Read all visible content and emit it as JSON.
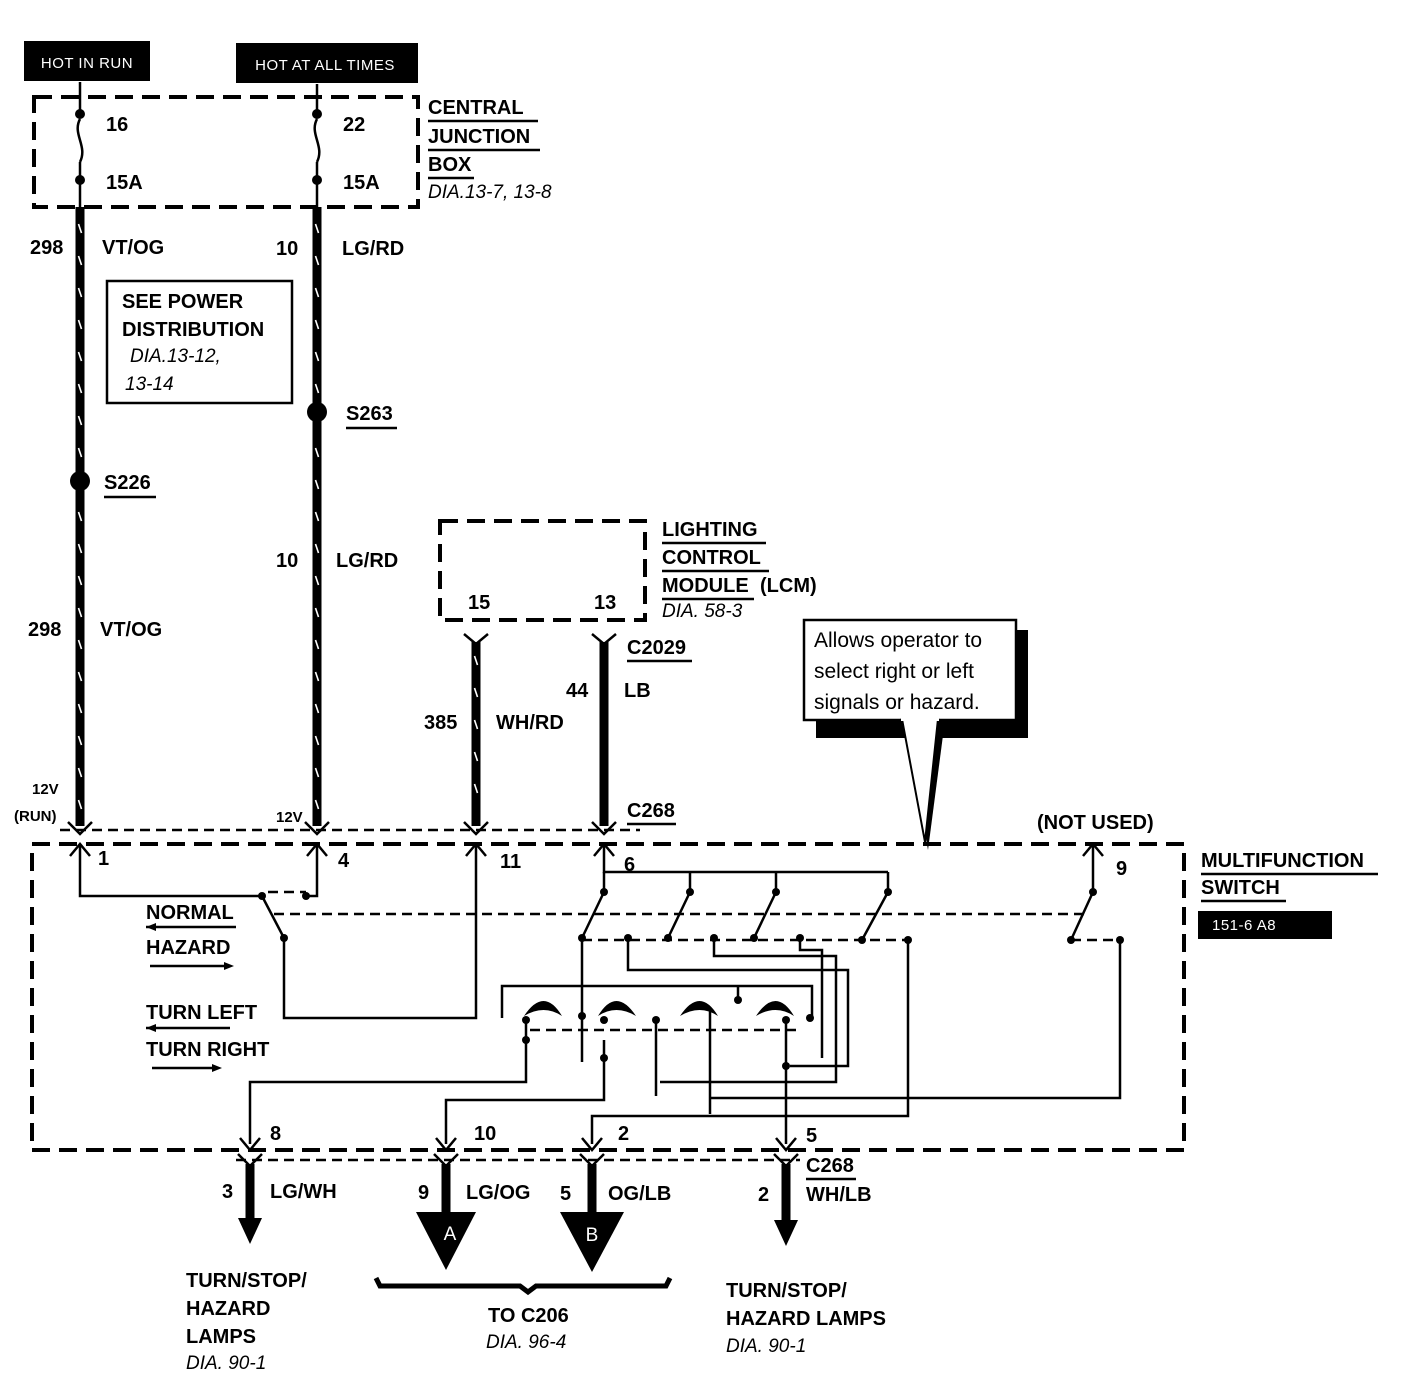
{
  "tags": {
    "hot_in_run": "HOT IN RUN",
    "hot_at_all_times": "HOT AT ALL TIMES",
    "multifunction_code": "151-6 A8"
  },
  "cjb": {
    "name_line1": "CENTRAL",
    "name_line2": "JUNCTION",
    "name_line3": "BOX",
    "ref": "DIA.13-7, 13-8",
    "fuse_left_number": "16",
    "fuse_left_rating": "15A",
    "fuse_right_number": "22",
    "fuse_right_rating": "15A"
  },
  "wires": {
    "w298_num_top": "298",
    "w298_color_top": "VT/OG",
    "w10_num_top": "10",
    "w10_color_top": "LG/RD",
    "w10_num_mid": "10",
    "w10_color_mid": "LG/RD",
    "w298_num_mid": "298",
    "w298_color_mid": "VT/OG",
    "w385_num": "385",
    "w385_color": "WH/RD",
    "w44_num": "44",
    "w44_color": "LB",
    "out_3_num": "3",
    "out_3_color": "LG/WH",
    "out_9_num": "9",
    "out_9_color": "LG/OG",
    "out_5_num": "5",
    "out_5_color": "OG/LB",
    "out_2_num": "2",
    "out_2_color": "WH/LB"
  },
  "power_note": {
    "line1": "SEE POWER",
    "line2": "DISTRIBUTION",
    "line3": "DIA.13-12,",
    "line4": "13-14"
  },
  "splices": {
    "s263": "S263",
    "s226": "S226"
  },
  "lcm": {
    "line1": "LIGHTING",
    "line2": "CONTROL",
    "line3": "MODULE",
    "line3_suffix": "(LCM)",
    "ref": "DIA. 58-3",
    "pin_15": "15",
    "pin_13": "13"
  },
  "connectors": {
    "c2029": "C2029",
    "c268_top": "C268",
    "c268_bottom": "C268"
  },
  "callout": {
    "line1": "Allows operator to",
    "line2": "select right or left",
    "line3": "signals or hazard."
  },
  "voltage": {
    "v12_run_a": "12V",
    "v12_run_b": "(RUN)",
    "v12": "12V"
  },
  "switch": {
    "not_used": "(NOT USED)",
    "name_line1": "MULTIFUNCTION",
    "name_line2": "SWITCH",
    "pin_1": "1",
    "pin_4": "4",
    "pin_11": "11",
    "pin_6": "6",
    "pin_9": "9",
    "pin_8": "8",
    "pin_10": "10",
    "pin_2": "2",
    "pin_5": "5",
    "normal": "NORMAL",
    "hazard": "HAZARD",
    "turn_left": "TURN LEFT",
    "turn_right": "TURN RIGHT"
  },
  "outputs": {
    "left_line1": "TURN/STOP/",
    "left_line2": "HAZARD",
    "left_line3": "LAMPS",
    "left_ref": "DIA. 90-1",
    "arrow_a": "A",
    "arrow_b": "B",
    "c206_title": "TO C206",
    "c206_ref": "DIA. 96-4",
    "right_line1": "TURN/STOP/",
    "right_line2": "HAZARD LAMPS",
    "right_ref": "DIA. 90-1"
  }
}
